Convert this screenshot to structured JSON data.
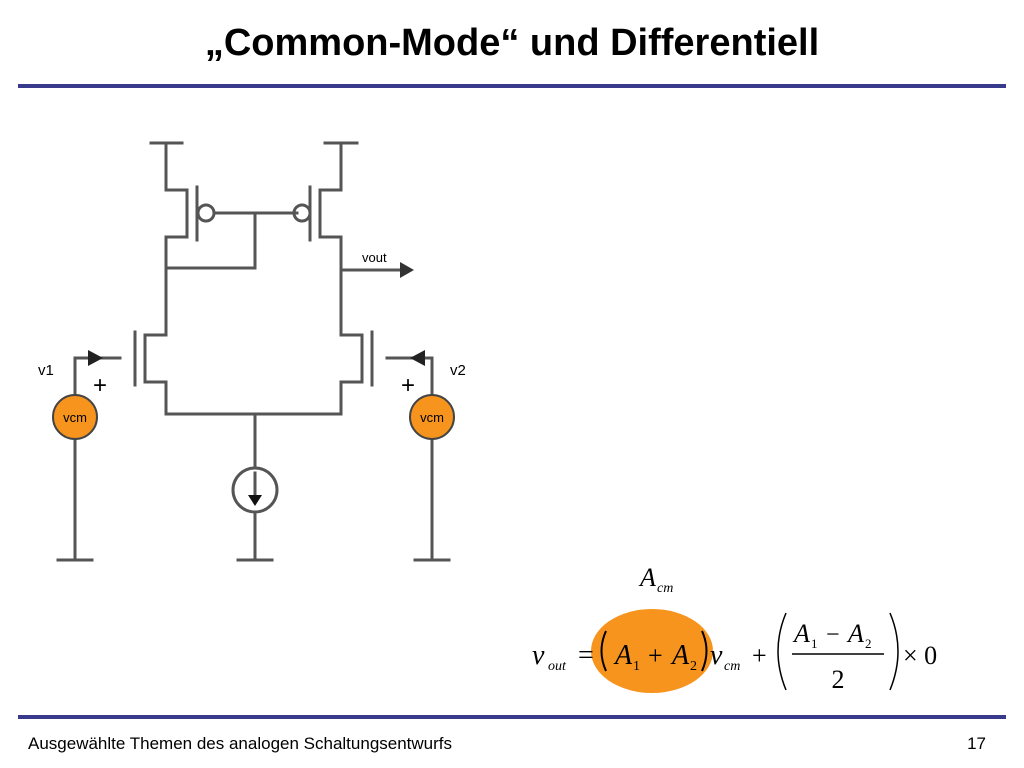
{
  "slide": {
    "title": "„Common-Mode“ und Differentiell",
    "footer": "Ausgewählte Themen des analogen Schaltungsentwurfs",
    "page_number": "17",
    "rule_color": "#3a3a8c"
  },
  "circuit": {
    "output_label": "vout",
    "input_left_label": "v1",
    "input_right_label": "v2",
    "plus_sign": "+",
    "source_left_label": "vcm",
    "source_right_label": "vcm",
    "source_color": "#f7941d",
    "wire_color": "#555555"
  },
  "equation": {
    "acm_main": "A",
    "acm_sub": "cm",
    "lhs_main": "v",
    "lhs_sub": "out",
    "equals": "=",
    "A": "A",
    "sub1": "1",
    "sub2": "2",
    "plus": "+",
    "minus": "−",
    "vcm_main": "v",
    "vcm_sub": "cm",
    "denominator": "2",
    "times_zero": "× 0",
    "highlight_color": "#f7941d"
  }
}
